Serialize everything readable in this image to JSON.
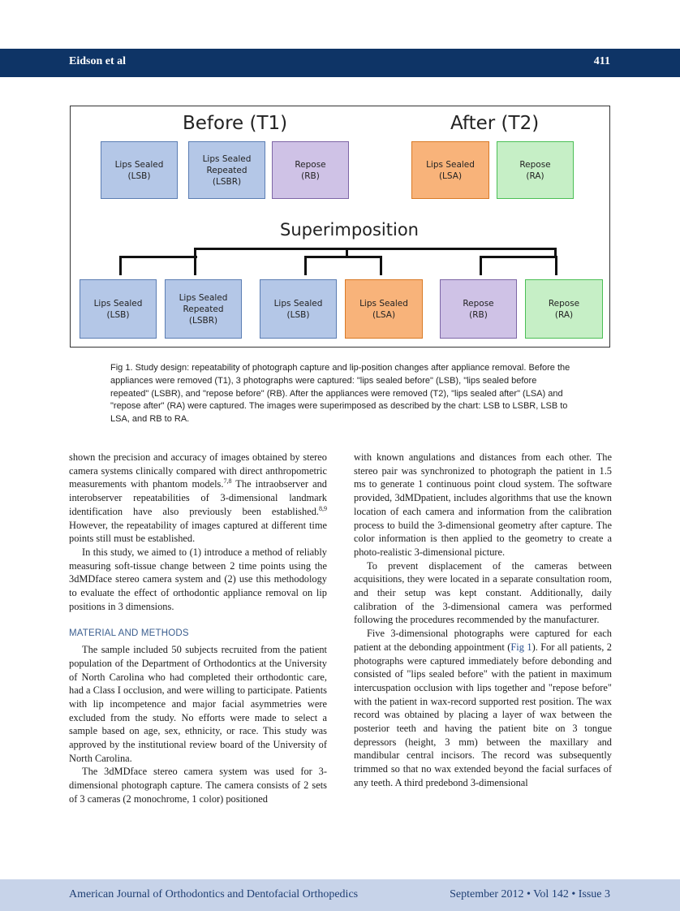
{
  "header": {
    "authors": "Eidson et al",
    "page_number": "411"
  },
  "figure": {
    "before_title": "Before (T1)",
    "after_title": "After (T2)",
    "superimposition_title": "Superimposition",
    "top_boxes": [
      {
        "label": "Lips Sealed\n(LSB)",
        "color": "#b4c7e7"
      },
      {
        "label": "Lips Sealed\nRepeated\n(LSBR)",
        "color": "#b4c7e7"
      },
      {
        "label": "Repose\n(RB)",
        "color": "#cfc2e6"
      },
      {
        "label": "Lips Sealed\n(LSA)",
        "color": "#f8b37a"
      },
      {
        "label": "Repose\n(RA)",
        "color": "#c6efc6"
      }
    ],
    "bottom_boxes": [
      {
        "label": "Lips Sealed\n(LSB)",
        "color": "#b4c7e7"
      },
      {
        "label": "Lips Sealed\nRepeated\n(LSBR)",
        "color": "#b4c7e7"
      },
      {
        "label": "Lips Sealed\n(LSB)",
        "color": "#b4c7e7"
      },
      {
        "label": "Lips Sealed\n(LSA)",
        "color": "#f8b37a"
      },
      {
        "label": "Repose\n(RB)",
        "color": "#cfc2e6"
      },
      {
        "label": "Repose\n(RA)",
        "color": "#c6efc6"
      }
    ]
  },
  "caption": "Fig 1. Study design: repeatability of photograph capture and lip-position changes after appliance removal. Before the appliances were removed (T1), 3 photographs were captured: \"lips sealed before\" (LSB), \"lips sealed before repeated\" (LSBR), and \"repose before\" (RB). After the appliances were removed (T2), \"lips sealed after\" (LSA) and \"repose after\" (RA) were captured. The images were superimposed as described by the chart: LSB to LSBR, LSB to LSA, and RB to RA.",
  "body": {
    "left_p1_a": "shown the precision and accuracy of images obtained by stereo camera systems clinically compared with direct anthropometric measurements with phantom models.",
    "left_p1_ref1": "7,8",
    "left_p1_b": " The intraobserver and interobserver repeatabilities of 3-dimensional landmark identification have also previously been established.",
    "left_p1_ref2": "8,9",
    "left_p1_c": " However, the repeatability of images captured at different time points still must be established.",
    "left_p2": "In this study, we aimed to (1) introduce a method of reliably measuring soft-tissue change between 2 time points using the 3dMDface stereo camera system and (2) use this methodology to evaluate the effect of orthodontic appliance removal on lip positions in 3 dimensions.",
    "section_heading": "MATERIAL AND METHODS",
    "left_p3": "The sample included 50 subjects recruited from the patient population of the Department of Orthodontics at the University of North Carolina who had completed their orthodontic care, had a Class I occlusion, and were willing to participate. Patients with lip incompetence and major facial asymmetries were excluded from the study. No efforts were made to select a sample based on age, sex, ethnicity, or race. This study was approved by the institutional review board of the University of North Carolina.",
    "left_p4": "The 3dMDface stereo camera system was used for 3-dimensional photograph capture. The camera consists of 2 sets of 3 cameras (2 monochrome, 1 color) positioned",
    "right_p1": "with known angulations and distances from each other. The stereo pair was synchronized to photograph the patient in 1.5 ms to generate 1 continuous point cloud system. The software provided, 3dMDpatient, includes algorithms that use the known location of each camera and information from the calibration process to build the 3-dimensional geometry after capture. The color information is then applied to the geometry to create a photo-realistic 3-dimensional picture.",
    "right_p2": "To prevent displacement of the cameras between acquisitions, they were located in a separate consultation room, and their setup was kept constant. Additionally, daily calibration of the 3-dimensional camera was performed following the procedures recommended by the manufacturer.",
    "right_p3_a": "Five 3-dimensional photographs were captured for each patient at the debonding appointment (",
    "right_p3_link": "Fig 1",
    "right_p3_b": "). For all patients, 2 photographs were captured immediately before debonding and consisted of \"lips sealed before\" with the patient in maximum intercuspation occlusion with lips together and \"repose before\" with the patient in wax-record supported rest position. The wax record was obtained by placing a layer of wax between the posterior teeth and having the patient bite on 3 tongue depressors (height, 3 mm) between the maxillary and mandibular central incisors. The record was subsequently trimmed so that no wax extended beyond the facial surfaces of any teeth. A third predebond 3-dimensional"
  },
  "footer": {
    "journal": "American Journal of Orthodontics and Dentofacial Orthopedics",
    "issue": "September 2012 • Vol 142 • Issue 3"
  }
}
